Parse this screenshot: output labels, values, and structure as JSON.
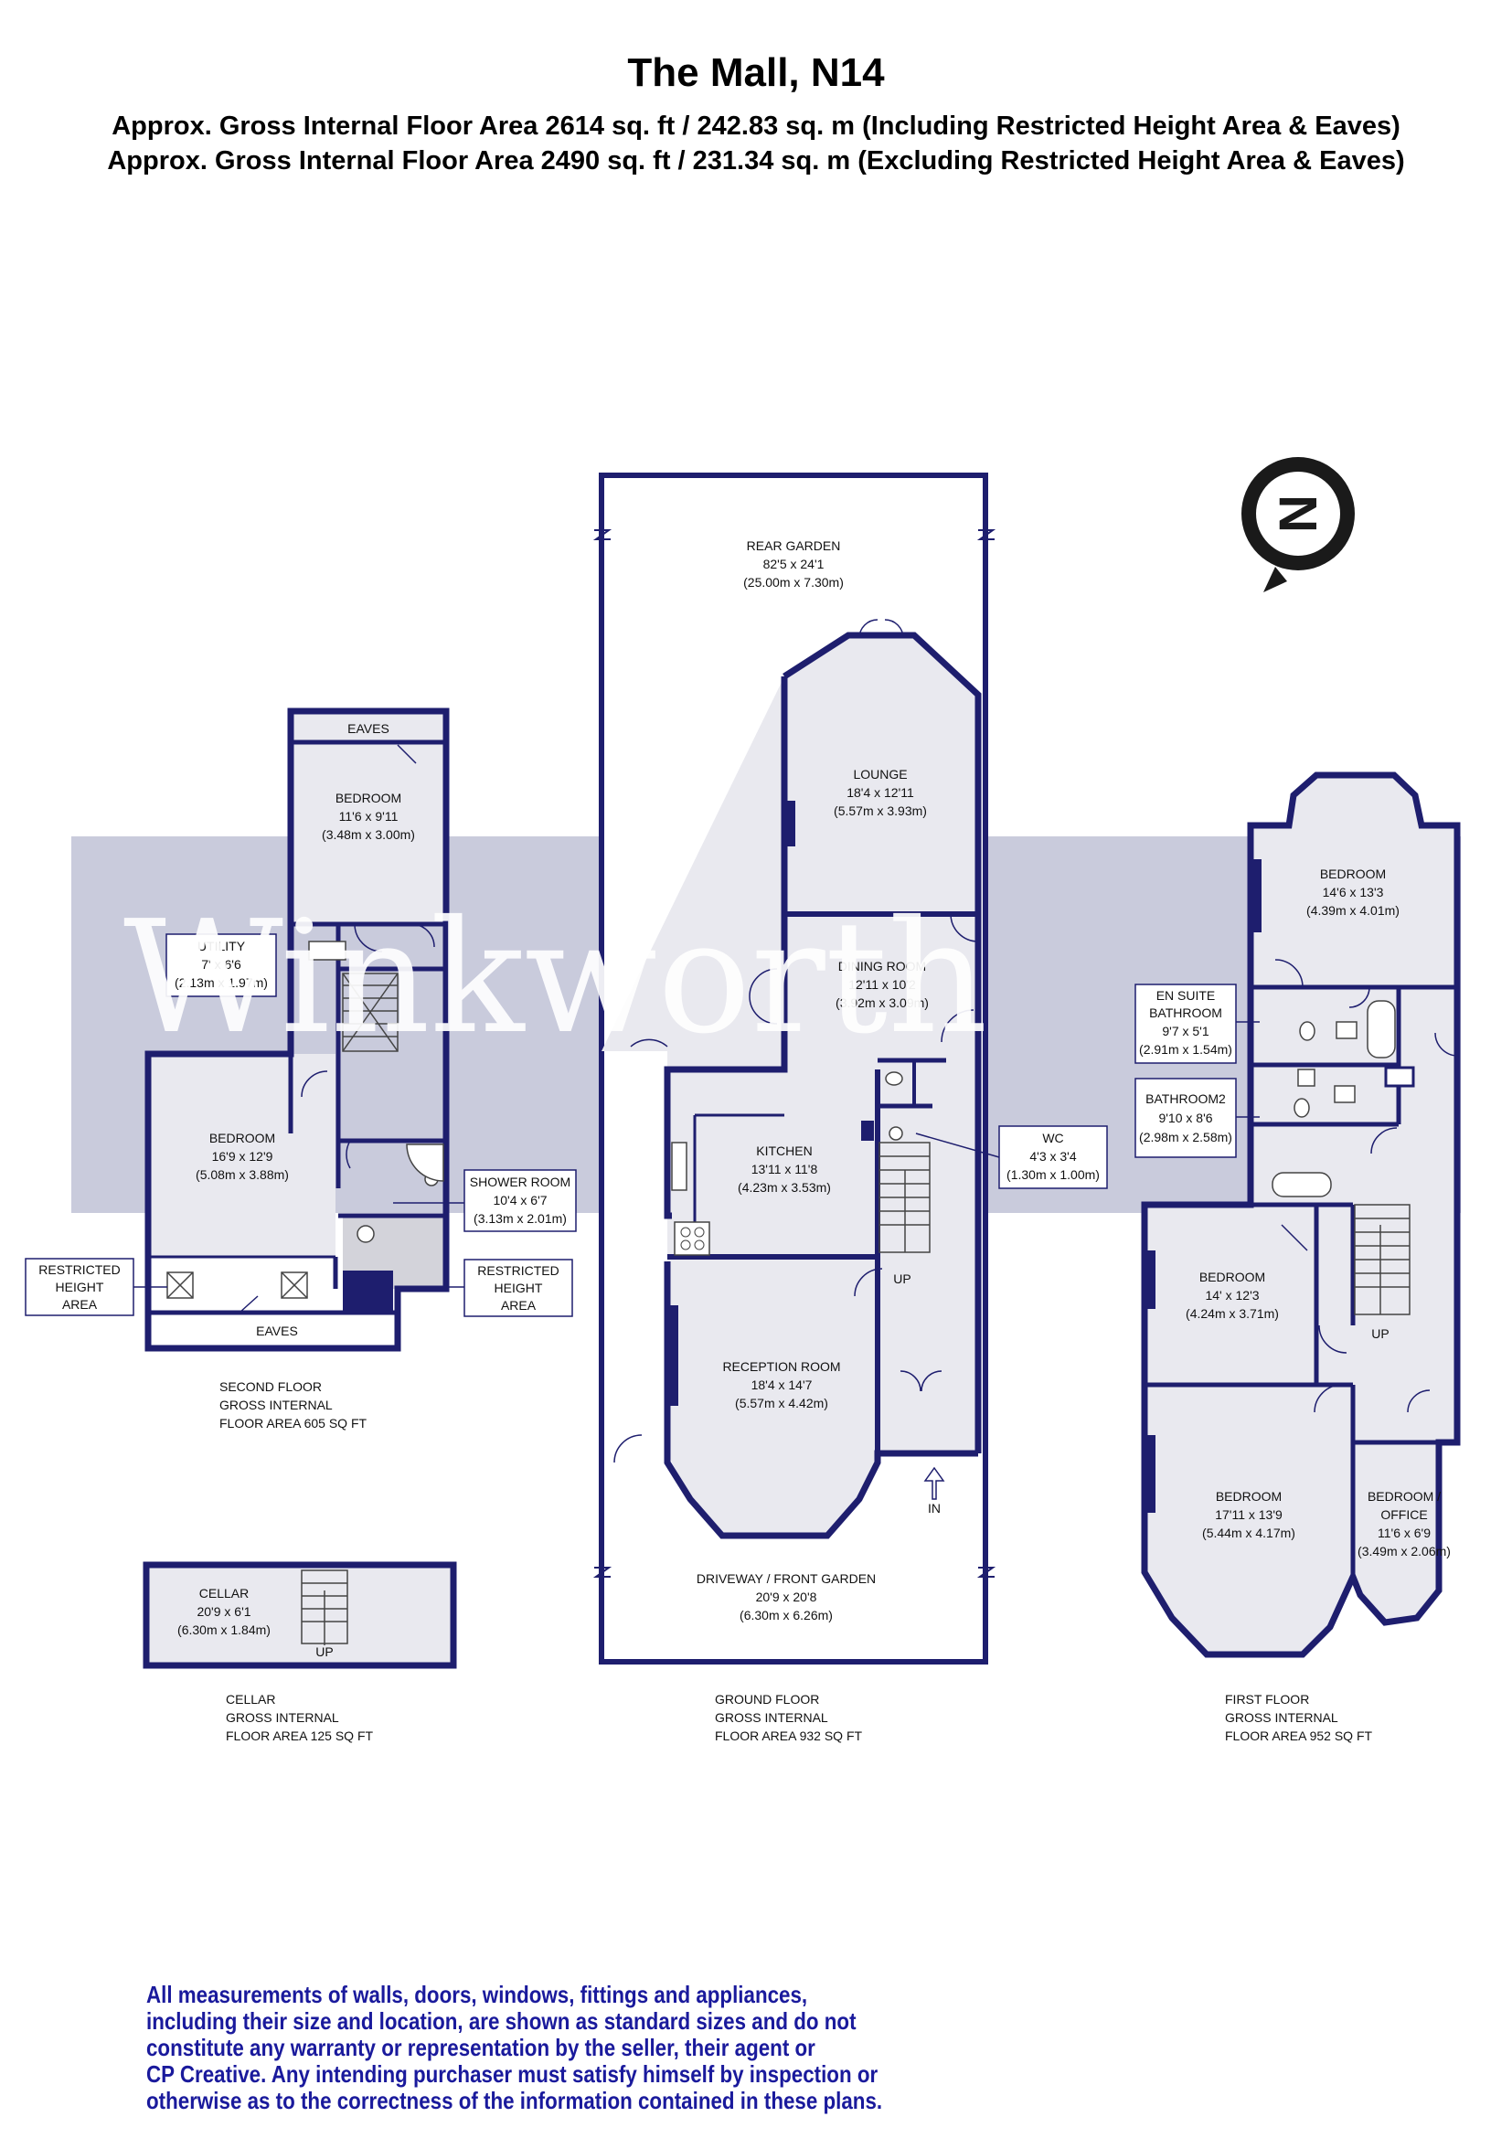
{
  "header": {
    "title": "The Mall, N14",
    "line1": "Approx. Gross Internal Floor Area 2614 sq. ft / 242.83 sq. m (Including Restricted Height Area & Eaves)",
    "line2": "Approx. Gross Internal Floor Area 2490 sq. ft / 231.34 sq. m (Excluding Restricted Height Area & Eaves)"
  },
  "watermark": "Winkworth",
  "compass": {
    "letter": "N"
  },
  "colors": {
    "wall": "#1e1e6e",
    "room_fill": "#e9e9ef",
    "band": "#c9cbdc",
    "disclaimer": "#1a1a9c"
  },
  "second_floor": {
    "eaves_top": "EAVES",
    "eaves_bottom": "EAVES",
    "bedroom_small": {
      "name": "BEDROOM",
      "imp": "11'6 x 9'11",
      "met": "(3.48m x 3.00m)"
    },
    "utility": {
      "name": "UTILITY",
      "imp": "7' x 6'6",
      "met": "(2.13m x 1.97m)"
    },
    "bedroom_large": {
      "name": "BEDROOM",
      "imp": "16'9 x 12'9",
      "met": "(5.08m x 3.88m)"
    },
    "shower": {
      "name": "SHOWER ROOM",
      "imp": "10'4 x 6'7",
      "met": "(3.13m x 2.01m)"
    },
    "restricted_left": {
      "l1": "RESTRICTED",
      "l2": "HEIGHT",
      "l3": "AREA"
    },
    "restricted_right": {
      "l1": "RESTRICTED",
      "l2": "HEIGHT",
      "l3": "AREA"
    },
    "caption": {
      "l1": "SECOND FLOOR",
      "l2": "GROSS INTERNAL",
      "l3": "FLOOR AREA 605 SQ FT"
    }
  },
  "cellar": {
    "room": {
      "name": "CELLAR",
      "imp": "20'9 x 6'1",
      "met": "(6.30m x 1.84m)"
    },
    "up": "UP",
    "caption": {
      "l1": "CELLAR",
      "l2": "GROSS INTERNAL",
      "l3": "FLOOR AREA 125 SQ FT"
    }
  },
  "ground_floor": {
    "rear_garden": {
      "name": "REAR GARDEN",
      "imp": "82'5 x 24'1",
      "met": "(25.00m x 7.30m)"
    },
    "lounge": {
      "name": "LOUNGE",
      "imp": "18'4 x 12'11",
      "met": "(5.57m x 3.93m)"
    },
    "dining": {
      "name": "DINING ROOM",
      "imp": "12'11 x 10'2",
      "met": "(3.92m x 3.09m)"
    },
    "kitchen": {
      "name": "KITCHEN",
      "imp": "13'11 x 11'8",
      "met": "(4.23m x 3.53m)"
    },
    "wc": {
      "name": "WC",
      "imp": "4'3 x 3'4",
      "met": "(1.30m x 1.00m)"
    },
    "reception": {
      "name": "RECEPTION ROOM",
      "imp": "18'4 x 14'7",
      "met": "(5.57m x 4.42m)"
    },
    "front": {
      "name": "DRIVEWAY / FRONT GARDEN",
      "imp": "20'9 x 20'8",
      "met": "(6.30m x 6.26m)"
    },
    "up": "UP",
    "in": "IN",
    "caption": {
      "l1": "GROUND FLOOR",
      "l2": "GROSS INTERNAL",
      "l3": "FLOOR AREA 932 SQ FT"
    }
  },
  "first_floor": {
    "bedroom_rear": {
      "name": "BEDROOM",
      "imp": "14'6 x 13'3",
      "met": "(4.39m x 4.01m)"
    },
    "ensuite": {
      "name": "EN SUITE",
      "name2": "BATHROOM",
      "imp": "9'7 x 5'1",
      "met": "(2.91m x 1.54m)"
    },
    "bathroom2": {
      "name": "BATHROOM2",
      "imp": "9'10 x 8'6",
      "met": "(2.98m x 2.58m)"
    },
    "bedroom_mid": {
      "name": "BEDROOM",
      "imp": "14' x 12'3",
      "met": "(4.24m x 3.71m)"
    },
    "bedroom_front": {
      "name": "BEDROOM",
      "imp": "17'11 x 13'9",
      "met": "(5.44m x 4.17m)"
    },
    "office": {
      "name": "BEDROOM /",
      "name2": "OFFICE",
      "imp": "11'6 x 6'9",
      "met": "(3.49m x 2.06m)"
    },
    "up": "UP",
    "caption": {
      "l1": "FIRST FLOOR",
      "l2": "GROSS INTERNAL",
      "l3": "FLOOR AREA 952 SQ FT"
    }
  },
  "disclaimer": [
    "All measurements of walls, doors, windows, fittings and appliances,",
    "including their size and location, are shown as standard sizes and do not",
    "constitute any warranty or representation by the seller, their agent or",
    "CP Creative. Any intending purchaser must satisfy himself by inspection or",
    "otherwise as to the correctness of the information contained in these plans."
  ]
}
